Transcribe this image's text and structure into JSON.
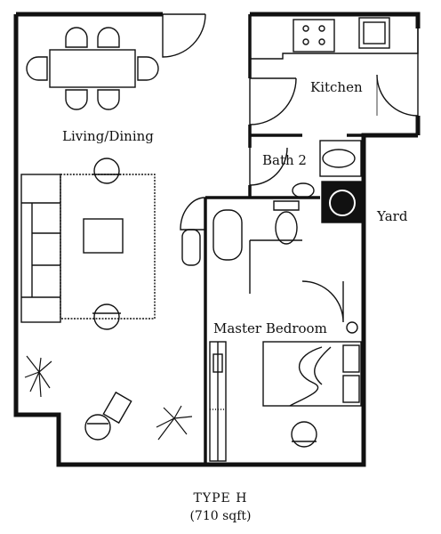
{
  "rooms": {
    "living_dining": "Living/Dining",
    "kitchen": "Kitchen",
    "bath2": "Bath 2",
    "yard": "Yard",
    "master_bedroom": "Master Bedroom"
  },
  "caption": {
    "type": "TYPE H",
    "area": "(710 sqft)"
  }
}
